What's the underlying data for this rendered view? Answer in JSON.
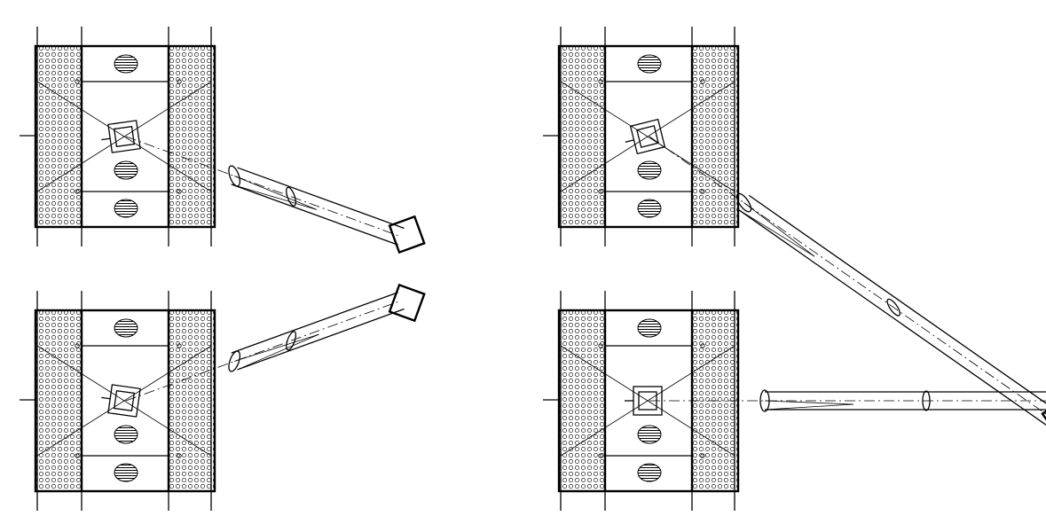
{
  "diagram": {
    "description_visible_text": "",
    "line_color": "#000000",
    "background_color": "#ffffff",
    "views": [
      {
        "id": "top-left",
        "hatches": [
          "top",
          "middle",
          "bottom"
        ],
        "conveyor_angle_deg": 20
      },
      {
        "id": "bottom-left",
        "hatches": [
          "top",
          "middle",
          "bottom"
        ],
        "conveyor_angle_deg": -20
      },
      {
        "id": "top-right",
        "hatches": [
          "top",
          "middle",
          "bottom"
        ],
        "conveyor_angle_deg": 35
      },
      {
        "id": "bottom-right",
        "hatches": [
          "top",
          "middle",
          "bottom"
        ],
        "conveyor_angle_deg": 0
      }
    ]
  }
}
